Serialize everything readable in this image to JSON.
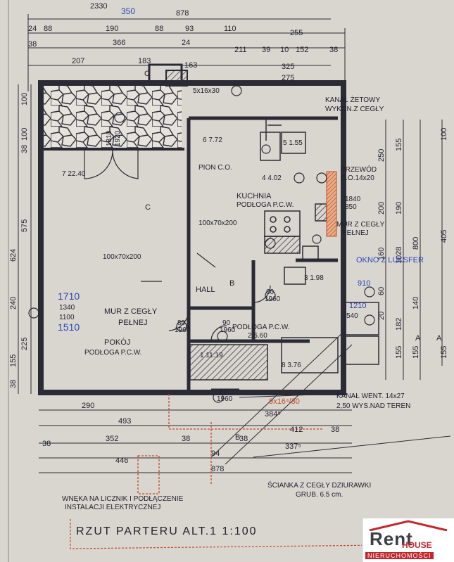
{
  "dims_top": {
    "cut_top": "2330",
    "cut_blue": "350",
    "total": "878",
    "row1": [
      "24",
      "88",
      "190",
      "88",
      "93",
      "110",
      "255"
    ],
    "row2": [
      "38",
      "366",
      "24",
      "211",
      "39",
      "10",
      "152",
      "38"
    ],
    "row3": [
      "207",
      "183",
      "163",
      "325"
    ],
    "row3b": "275"
  },
  "dims_left": [
    "100",
    "38",
    "100",
    "575",
    "624",
    "240",
    "225",
    "155",
    "38"
  ],
  "dims_right": [
    "100",
    "405",
    "155",
    "250",
    "155",
    "190",
    "200",
    "800",
    "1028",
    "160",
    "140",
    "182",
    "60",
    "20",
    "155",
    "155"
  ],
  "dims_bottom": {
    "d290": "290",
    "d493": "493",
    "d352": "352",
    "d446": "446",
    "d38a": "38",
    "d38b": "38",
    "d94": "94",
    "d878": "878",
    "d384": "384⁵",
    "d412": "412",
    "d337": "337⁵",
    "d38c": "38",
    "d38d": "38"
  },
  "rooms": {
    "pokoj": "POKÓJ",
    "pokoj_floor": "PODŁOGA P.C.W.",
    "kuchnia": "KUCHNIA",
    "kuchnia_floor": "PODŁOGA P.C.W.",
    "hall": "HALL",
    "mur1": "MUR Z CEGŁY",
    "mur1b": "PEŁNEJ",
    "mur2": "MUR Z CEGŁY",
    "mur2b": "PEŁNEJ",
    "pion": "PION C.O.",
    "przewod": "PRZEWÓD",
    "przewod2": "C.O.14x20",
    "kanal_top": "KANAŁ ŻETOWY",
    "kanal_top2": "WYKON.Z CEGŁY",
    "podloga_hall": "PODŁOGA P.C.W.",
    "kanal_went": "KANAŁ WENT. 14x27",
    "kanal_went2": "2,50 WYS.NAD TEREN",
    "wneka": "WNĘKA NA LICZNIK I PODŁĄCZENIE",
    "wneka2": "INSTALACJI ELEKTRYCZNEJ",
    "scianka": "ŚCIANKA Z CEGŁY DZIURAWKI",
    "scianka2": "GRUB. 6.5 cm."
  },
  "codes": {
    "c7": "7 22.40",
    "c6": "6 7.72",
    "c5": "5 1.55",
    "c4": "4 4.02",
    "c3": "3 1.98",
    "c2": "2 6.60",
    "c1": "1 11.19",
    "c8": "8 3.76",
    "c5x16": "5x16x30",
    "d1840": "1840",
    "d850": "850",
    "d100x70": "100x70x200",
    "d100x70b": "100x70x200",
    "d80_1960a": "80",
    "d80_1960b": "1960",
    "d90_1960a": "90",
    "d90_1960b": "1960",
    "d60_1960a": "60",
    "d60_1960b": "1960",
    "d80_1960c": "80",
    "d80_1960d": "1960",
    "d540": "540",
    "d1210": "1210",
    "d1810": "1810",
    "d1920": "1920",
    "d910": "910",
    "v1710": "1710",
    "v1340": "1340",
    "v1100": "1100",
    "v1510": "1510",
    "blue_916": "9x16⁴/30",
    "okno": "OKNO Z LUKSFER",
    "c_mark": "C",
    "b_mark": "B",
    "a_mark": "A"
  },
  "title": "RZUT PARTERU ALT.1  1:100",
  "logo": {
    "rent": "Rent",
    "house": "HOUSE",
    "nier": "NIERUCHOMOŚCI"
  },
  "colors": {
    "paper": "#d9d6cf",
    "ink": "#1f1f2e",
    "blue_pen": "#2a44b8",
    "red_pen": "#c44a2a",
    "brand_red": "#c1272d"
  }
}
